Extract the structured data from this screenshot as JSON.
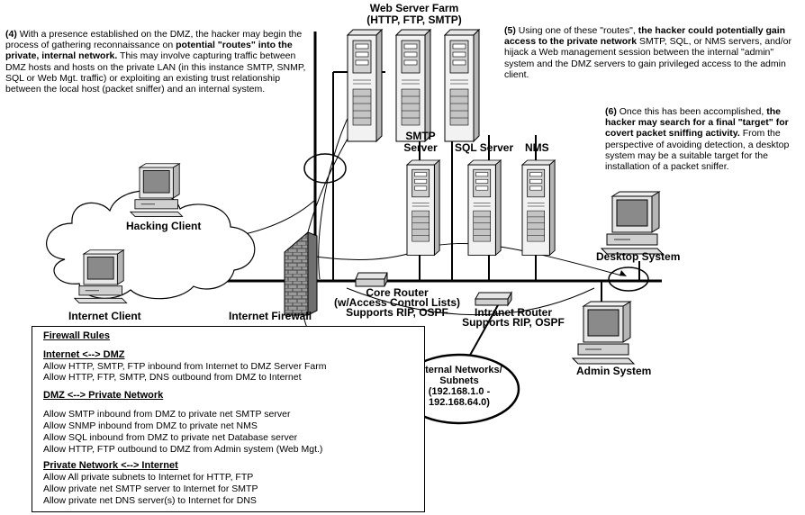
{
  "annotations": {
    "step4": {
      "num": "(4)",
      "part1": " With a presence established on the DMZ, the hacker may begin the process of gathering reconnaissance on ",
      "bold": "potential \"routes\" into the private, internal network.",
      "part2": " This may involve capturing traffic between DMZ hosts and hosts on the private LAN (in this instance SMTP, SNMP, SQL or Web Mgt. traffic) or exploiting an existing trust relationship between the local host (packet sniffer) and an internal system."
    },
    "step5": {
      "num": "(5)",
      "part1": " Using one of these \"routes\", ",
      "bold": "the hacker could potentially gain access to the private network",
      "part2": " SMTP, SQL, or NMS servers, and/or hijack a Web management session between the internal \"admin\" system and the DMZ servers to gain privileged access to the admin client."
    },
    "step6": {
      "num": "(6)",
      "part1": " Once this has been accomplished, ",
      "bold": "the hacker may search for a final \"target\" for covert packet sniffing activity.",
      "part2": " From the perspective of avoiding detection, a desktop system may be a suitable target for the installation of a packet sniffer."
    }
  },
  "labels": {
    "web_farm_line1": "Web Server Farm",
    "web_farm_line2": "(HTTP, FTP, SMTP)",
    "smtp_line1": "SMTP",
    "smtp_line2": "Server",
    "sql": "SQL Server",
    "nms": "NMS",
    "hacking_client": "Hacking Client",
    "internet_client": "Internet Client",
    "internet_firewall": "Internet Firewall",
    "core_router_line1": "Core Router",
    "core_router_line2": "(w/Access Control Lists)",
    "core_router_line3": "Supports RIP, OSPF",
    "intranet_router_line1": "Intranet Router",
    "intranet_router_line2": "Supports RIP, OSPF",
    "desktop_system": "Desktop System",
    "admin_system": "Admin System",
    "internal_networks": [
      "Internal Networks/",
      "Subnets",
      "(192.168.1.0 -",
      "192.168.64.0)"
    ]
  },
  "firewall_rules": {
    "title": "Firewall Rules",
    "sections": [
      {
        "heading": "Internet <--> DMZ",
        "rules": [
          "Allow HTTP, SMTP, FTP inbound from Internet to DMZ Server Farm",
          "Allow HTTP, FTP, SMTP, DNS outbound from DMZ to Internet"
        ]
      },
      {
        "heading": "DMZ <--> Private Network",
        "rules": [
          "Allow SMTP inbound from DMZ to private net SMTP server",
          "Allow SNMP inbound from DMZ to private net NMS",
          "Allow SQL inbound from DMZ to private net Database server",
          "Allow HTTP, FTP outbound to DMZ from Admin system (Web Mgt.)"
        ]
      },
      {
        "heading": "Private Network <--> Internet",
        "rules": [
          "Allow All private subnets to Internet for HTTP, FTP",
          "Allow private net SMTP server to Internet for SMTP",
          "Allow private net DNS server(s) to Internet for DNS"
        ]
      }
    ]
  }
}
